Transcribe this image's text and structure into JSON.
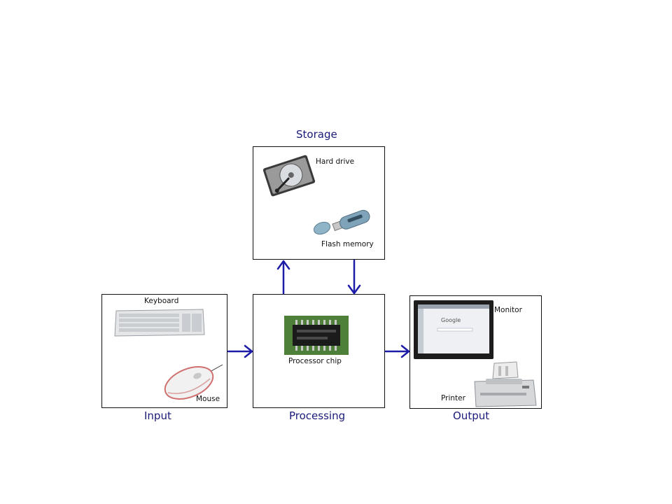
{
  "headings": {
    "storage": "Storage",
    "input": "Input",
    "processing": "Processing",
    "output": "Output"
  },
  "devices": {
    "hard_drive": "Hard drive",
    "flash_memory": "Flash memory",
    "keyboard": "Keyboard",
    "mouse": "Mouse",
    "processor_chip": "Processor chip",
    "monitor": "Monitor",
    "printer": "Printer"
  },
  "screen_text": {
    "search_logo": "Google"
  },
  "colors": {
    "heading": "#1a1a7a",
    "arrow": "#1c1ca8",
    "border": "#111111"
  }
}
